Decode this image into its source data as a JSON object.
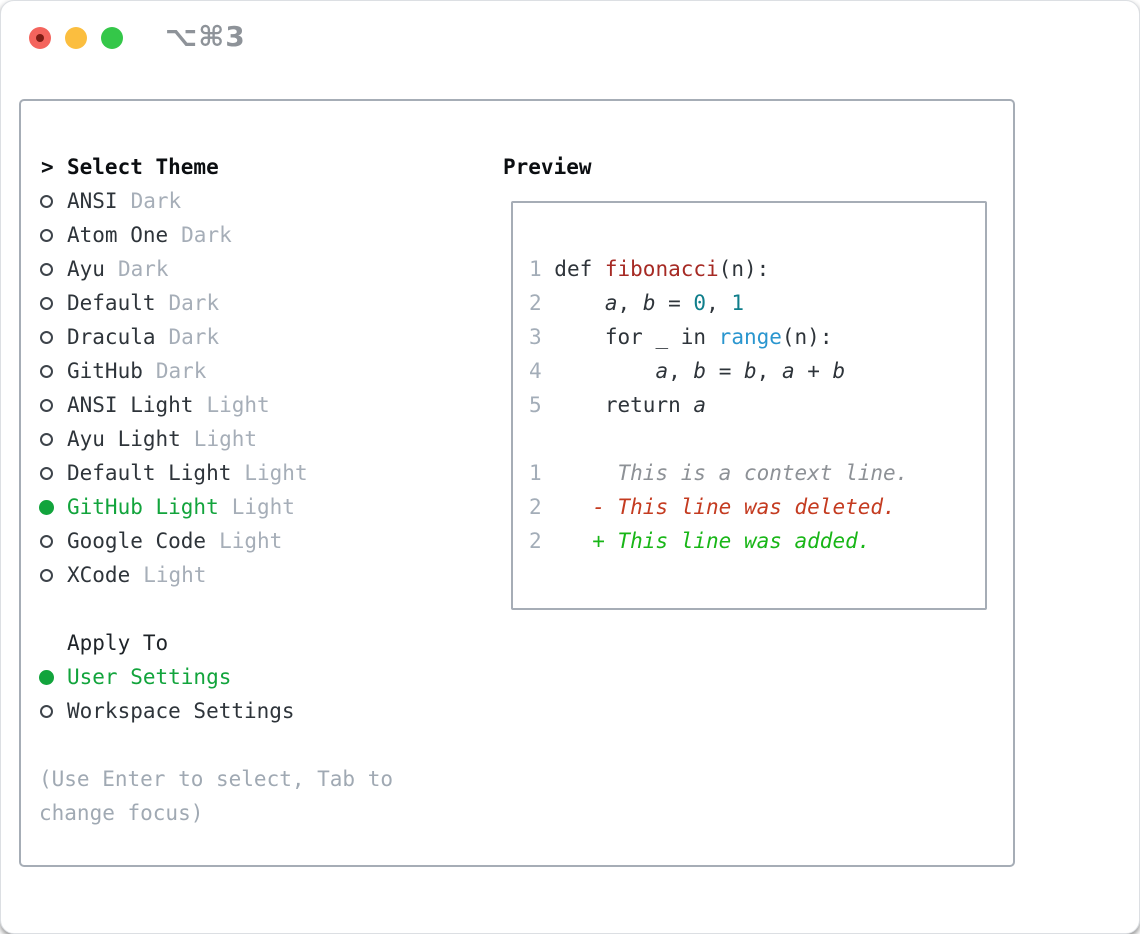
{
  "titlebar": {
    "shortcut_label": "⌥⌘3",
    "traffic_lights": [
      "close",
      "minimize",
      "zoom"
    ],
    "close_has_unsaved_dot": true
  },
  "theme_panel": {
    "header_marker": ">",
    "header": "Select Theme",
    "themes": [
      {
        "name": "ANSI",
        "variant": "Dark",
        "selected": false
      },
      {
        "name": "Atom One",
        "variant": "Dark",
        "selected": false
      },
      {
        "name": "Ayu",
        "variant": "Dark",
        "selected": false
      },
      {
        "name": "Default",
        "variant": "Dark",
        "selected": false
      },
      {
        "name": "Dracula",
        "variant": "Dark",
        "selected": false
      },
      {
        "name": "GitHub",
        "variant": "Dark",
        "selected": false
      },
      {
        "name": "ANSI Light",
        "variant": "Light",
        "selected": false
      },
      {
        "name": "Ayu Light",
        "variant": "Light",
        "selected": false
      },
      {
        "name": "Default Light",
        "variant": "Light",
        "selected": false
      },
      {
        "name": "GitHub Light",
        "variant": "Light",
        "selected": true
      },
      {
        "name": "Google Code",
        "variant": "Light",
        "selected": false
      },
      {
        "name": "XCode",
        "variant": "Light",
        "selected": false
      }
    ],
    "apply_to": {
      "header": "Apply To",
      "options": [
        {
          "label": "User Settings",
          "selected": true
        },
        {
          "label": "Workspace Settings",
          "selected": false
        }
      ]
    },
    "hint": "(Use Enter to select, Tab to change focus)"
  },
  "preview": {
    "title": "Preview",
    "lines": [
      {
        "num": "1",
        "segments": [
          [
            "def ",
            "plain"
          ],
          [
            "fibonacci",
            "func"
          ],
          [
            "(n):",
            "plain"
          ]
        ]
      },
      {
        "num": "2",
        "segments": [
          [
            "    ",
            "plain"
          ],
          [
            "a",
            "var"
          ],
          [
            ", ",
            "plain"
          ],
          [
            "b",
            "var"
          ],
          [
            " = ",
            "plain"
          ],
          [
            "0",
            "num"
          ],
          [
            ", ",
            "plain"
          ],
          [
            "1",
            "num"
          ]
        ]
      },
      {
        "num": "3",
        "segments": [
          [
            "    for _ in ",
            "plain"
          ],
          [
            "range",
            "builtin"
          ],
          [
            "(n):",
            "plain"
          ]
        ]
      },
      {
        "num": "4",
        "segments": [
          [
            "        ",
            "plain"
          ],
          [
            "a",
            "var"
          ],
          [
            ", ",
            "plain"
          ],
          [
            "b",
            "var"
          ],
          [
            " = ",
            "plain"
          ],
          [
            "b",
            "var"
          ],
          [
            ", ",
            "plain"
          ],
          [
            "a",
            "var"
          ],
          [
            " + ",
            "plain"
          ],
          [
            "b",
            "var"
          ]
        ]
      },
      {
        "num": "5",
        "segments": [
          [
            "    return ",
            "plain"
          ],
          [
            "a",
            "var"
          ]
        ]
      },
      {
        "num": "",
        "segments": []
      },
      {
        "num": "1",
        "segments": [
          [
            "     This is a context line.",
            "context"
          ]
        ]
      },
      {
        "num": "2",
        "segments": [
          [
            "   - This line was deleted.",
            "del"
          ]
        ]
      },
      {
        "num": "2",
        "segments": [
          [
            "   + This line was added.",
            "add"
          ]
        ]
      }
    ]
  },
  "colors": {
    "selection_green": "#12a43c",
    "diff_add_green": "#18b617",
    "diff_del_red": "#c43b20",
    "function_red": "#a62a24",
    "number_teal": "#0f7e8b",
    "builtin_blue": "#2a96cf",
    "traffic_red": "#f4645d",
    "traffic_red_dot": "#7e1d15",
    "traffic_yellow": "#fbbe3f",
    "traffic_green": "#34c749",
    "border_gray": "#a6adb6"
  }
}
